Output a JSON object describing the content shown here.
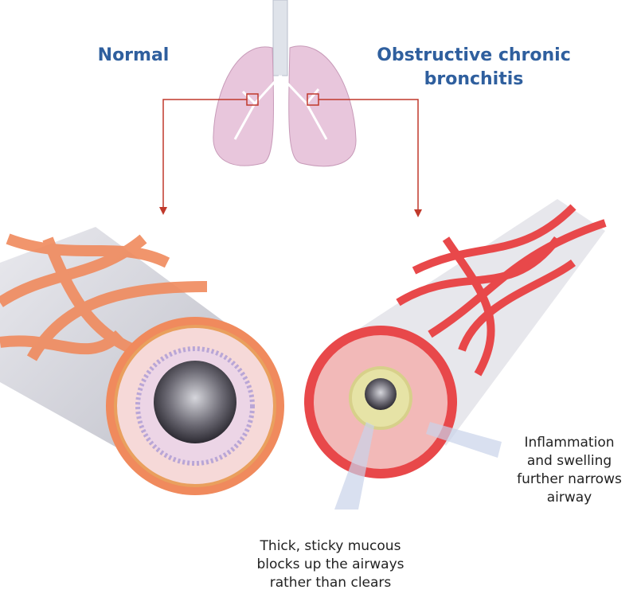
{
  "labels": {
    "normal": "Normal",
    "obstructive": "Obstructive chronic bronchitis",
    "inflammation_lines": [
      "Inflammation",
      "and swelling",
      "further narrows",
      "airway"
    ],
    "mucous_lines": [
      "Thick, sticky mucous",
      "blocks up the airways",
      "rather than clears"
    ]
  },
  "colors": {
    "title": "#2f5f9e",
    "arrow": "#c0392b",
    "muscle_normal": "#f08a5d",
    "muscle_inflamed": "#e8484a",
    "lung": "#e8c6dc"
  }
}
